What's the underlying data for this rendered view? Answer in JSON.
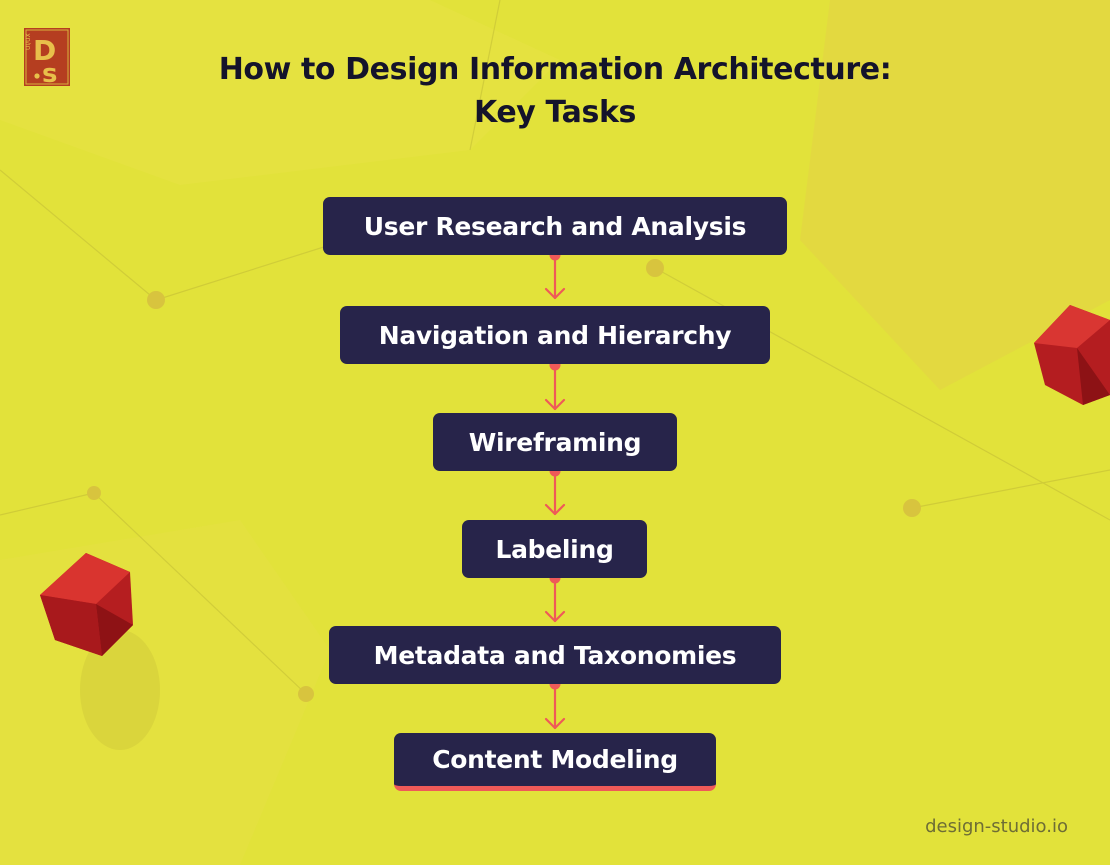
{
  "title": {
    "line1": "How to Design Information Architecture:",
    "line2": "Key Tasks"
  },
  "steps": [
    {
      "label": "User Research and Analysis"
    },
    {
      "label": "Navigation and Hierarchy"
    },
    {
      "label": "Wireframing"
    },
    {
      "label": "Labeling"
    },
    {
      "label": "Metadata and Taxonomies"
    },
    {
      "label": "Content Modeling"
    }
  ],
  "footer": {
    "site": "design-studio.io"
  },
  "logo": {
    "text": "DS",
    "small_text": "UI/UX"
  },
  "colors": {
    "background": "#e2e23a",
    "box": "#27244a",
    "box_text": "#ffffff",
    "accent": "#ef5a58",
    "title": "#14132b"
  }
}
